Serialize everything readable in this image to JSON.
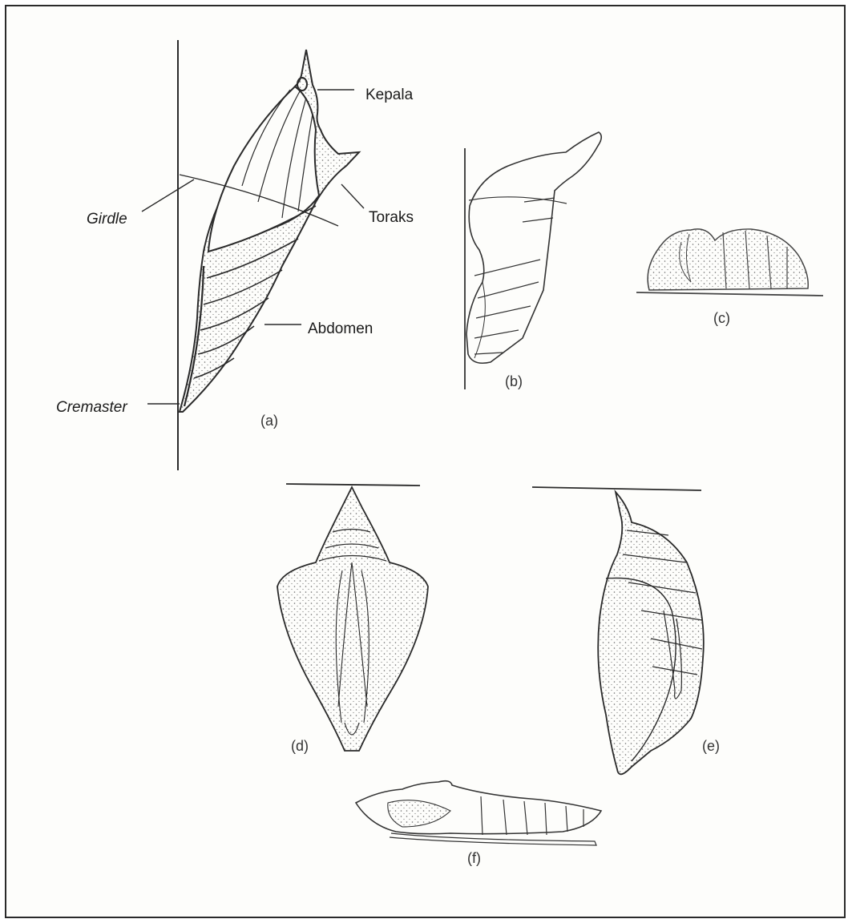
{
  "labels": {
    "kepala": "Kepala",
    "toraks": "Toraks",
    "girdle": "Girdle",
    "abdomen": "Abdomen",
    "cremaster": "Cremaster"
  },
  "panels": {
    "a": "(a)",
    "b": "(b)",
    "c": "(c)",
    "d": "(d)",
    "e": "(e)",
    "f": "(f)"
  },
  "colors": {
    "ink": "#2a2a2a",
    "stipple": "#6a6a6a",
    "background": "#fdfdfb"
  }
}
